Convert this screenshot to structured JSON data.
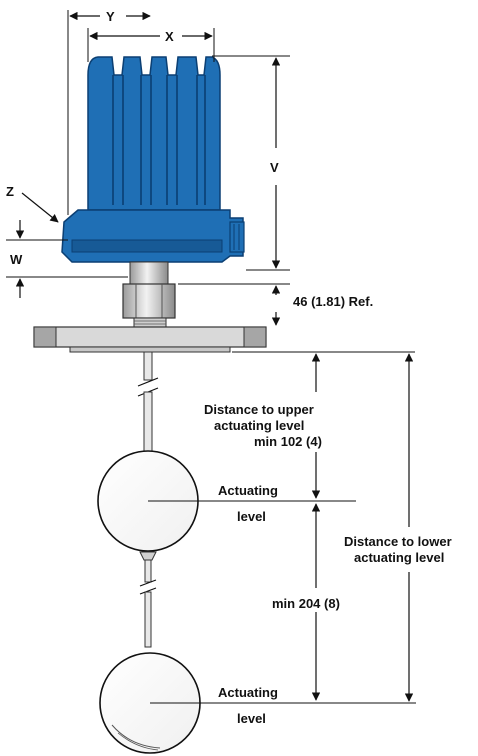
{
  "labels": {
    "y": "Y",
    "x": "X",
    "v": "V",
    "z": "Z",
    "w": "W",
    "ref": "46 (1.81) Ref.",
    "upper_line1": "Distance to upper",
    "upper_line2": "actuating level",
    "upper_line3": "min 102 (4)",
    "act1_line1": "Actuating",
    "act1_line2": "level",
    "lower_line1": "Distance to lower",
    "lower_line2": "actuating level",
    "min204": "min 204 (8)",
    "act2_line1": "Actuating",
    "act2_line2": "level"
  },
  "colors": {
    "housing_blue": "#1f6fb5",
    "housing_dark": "#0b3f73",
    "metal_light": "#e6e6e6",
    "metal_mid": "#b8b8b8",
    "metal_dark": "#6e6e6e",
    "line": "#111111"
  }
}
